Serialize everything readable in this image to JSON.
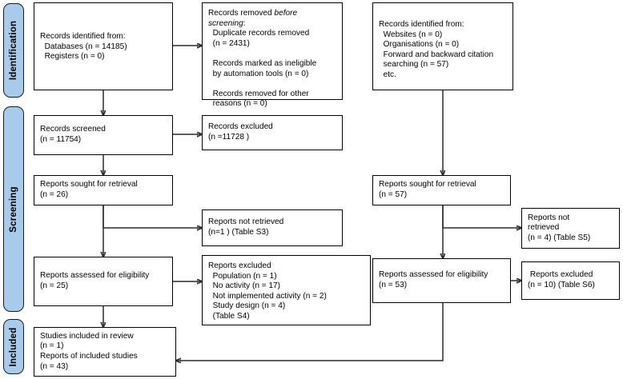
{
  "diagram": {
    "title": "PRISMA 2020 flow diagram",
    "accent_color": "#a9cbeb",
    "border_color": "#000000",
    "line_color": "#2b2b2b"
  },
  "stages": [
    {
      "id": "identification",
      "label": "Identification"
    },
    {
      "id": "screening",
      "label": "Screening"
    },
    {
      "id": "included",
      "label": "Included"
    }
  ],
  "nodes": {
    "records_identified_db": {
      "name": "records-identified-from-databases",
      "text": "Records identified from:\n  Databases (n = 14185)\n  Registers (n = 0)"
    },
    "records_removed_before_screening": {
      "name": "records-removed-before-screening",
      "line1_prefix": "Records removed ",
      "line1_italic": "before",
      "line2_italic": "screening",
      "line2_suffix": ":",
      "rest": "  Duplicate records removed\n  (n = 2431)\n\n  Records marked as ineligible\n  by automation tools (n = 0)\n\n  Records removed for other\n  reasons (n = 0)"
    },
    "records_identified_other": {
      "name": "records-identified-other-methods",
      "text": "Records identified from:\n  Websites (n = 0)\n  Organisations (n = 0)\n  Forward and backward citation\n  searching (n = 57)\n  etc."
    },
    "records_screened": {
      "name": "records-screened",
      "text": "Records screened\n(n = 11754)"
    },
    "records_excluded": {
      "name": "records-excluded",
      "text": "Records excluded\n(n =11728 )"
    },
    "reports_sought_left": {
      "name": "reports-sought-for-retrieval-left",
      "text": "Reports sought for retrieval\n(n = 26)"
    },
    "reports_not_retrieved_left": {
      "name": "reports-not-retrieved-left",
      "text": "Reports not retrieved\n(n=1 ) (Table S3)"
    },
    "reports_assessed_left": {
      "name": "reports-assessed-for-eligibility-left",
      "text": "Reports assessed for eligibility\n(n = 25)"
    },
    "reports_excluded_left": {
      "name": "reports-excluded-left",
      "text": "Reports excluded\n  Population (n = 1)\n  No activity (n = 17)\n  Not implemented activity (n = 2)\n  Study design (n = 4)\n  (Table S4)"
    },
    "reports_sought_right": {
      "name": "reports-sought-for-retrieval-right",
      "text": "Reports sought for retrieval\n(n = 57)"
    },
    "reports_not_retrieved_right": {
      "name": "reports-not-retrieved-right",
      "text": "Reports not\nretrieved\n(n = 4) (Table S5)"
    },
    "reports_assessed_right": {
      "name": "reports-assessed-for-eligibility-right",
      "text": "Reports assessed for eligibility\n(n = 53)"
    },
    "reports_excluded_right": {
      "name": "reports-excluded-right",
      "text": " Reports excluded\n(n = 10) (Table S6)"
    },
    "studies_included": {
      "name": "studies-included-in-review",
      "text": "Studies included in review\n(n = 1)\nReports of included studies\n(n = 43)"
    }
  }
}
